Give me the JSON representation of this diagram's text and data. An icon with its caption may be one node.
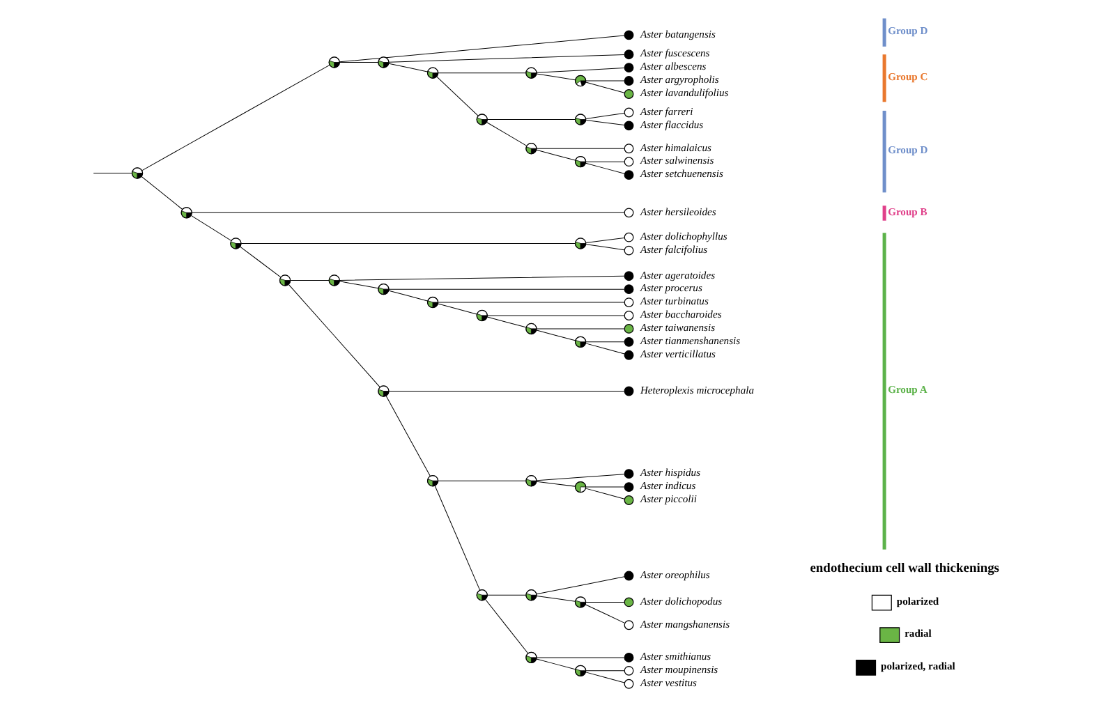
{
  "diagram": {
    "nodes": [
      {
        "text": [],
        "shape": "circle"
      },
      {
        "text": [],
        "shape": "circle"
      },
      {
        "text": [],
        "shape": "circle",
        "beside": [
          "Aster batangensis"
        ]
      },
      {
        "text": [],
        "shape": "circle"
      },
      {
        "text": [],
        "shape": "circle",
        "beside": [
          "Aster fuscescens"
        ]
      },
      {
        "text": [],
        "shape": "circle"
      },
      {
        "text": [],
        "shape": "circle"
      },
      {
        "text": [],
        "shape": "circle",
        "beside": [
          "Aster albescens"
        ]
      },
      {
        "text": [],
        "shape": "circle"
      },
      {
        "text": [],
        "shape": "circle",
        "beside": [
          "Aster argyropholis"
        ]
      },
      {
        "text": [],
        "shape": "circle",
        "beside": [
          "Aster lavandulifolius"
        ]
      },
      {
        "text": [],
        "shape": "circle"
      },
      {
        "text": [],
        "shape": "circle"
      },
      {
        "text": [],
        "shape": "circle",
        "beside": [
          "Aster farreri"
        ]
      },
      {
        "text": [],
        "shape": "circle",
        "beside": [
          "Aster flaccidus"
        ]
      },
      {
        "text": [],
        "shape": "circle"
      },
      {
        "text": [],
        "shape": "circle",
        "beside": [
          "Aster himalaicus"
        ]
      },
      {
        "text": [],
        "shape": "circle"
      },
      {
        "text": [],
        "shape": "circle",
        "beside": [
          "Aster salwinensis"
        ]
      },
      {
        "text": [],
        "shape": "circle",
        "beside": [
          "Aster setchuenensis"
        ]
      },
      {
        "text": [],
        "shape": "circle"
      },
      {
        "text": [],
        "shape": "circle",
        "beside": [
          "Aster hersileoides"
        ]
      },
      {
        "text": [],
        "shape": "circle"
      },
      {
        "text": [],
        "shape": "circle"
      },
      {
        "text": [],
        "shape": "circle",
        "beside": [
          "Aster dolichophyllus"
        ]
      },
      {
        "text": [],
        "shape": "circle",
        "beside": [
          "Aster falcifolius"
        ]
      },
      {
        "text": [],
        "shape": "circle"
      },
      {
        "text": [],
        "shape": "circle"
      },
      {
        "text": [],
        "shape": "circle",
        "beside": [
          "Aster ageratoides"
        ]
      },
      {
        "text": [],
        "shape": "circle"
      },
      {
        "text": [],
        "shape": "circle",
        "beside": [
          "Aster procerus"
        ]
      },
      {
        "text": [],
        "shape": "circle"
      },
      {
        "text": [],
        "shape": "circle",
        "beside": [
          "Aster turbinatus"
        ]
      },
      {
        "text": [],
        "shape": "circle"
      },
      {
        "text": [],
        "shape": "circle",
        "beside": [
          "Aster baccharoides"
        ]
      },
      {
        "text": [],
        "shape": "circle"
      },
      {
        "text": [],
        "shape": "circle",
        "beside": [
          "Aster taiwanensis"
        ]
      },
      {
        "text": [],
        "shape": "circle"
      },
      {
        "text": [],
        "shape": "circle",
        "beside": [
          "Aster tianmenshanensis"
        ]
      },
      {
        "text": [],
        "shape": "circle",
        "beside": [
          "Aster verticillatus"
        ]
      },
      {
        "text": [],
        "shape": "circle"
      },
      {
        "text": [],
        "shape": "circle",
        "beside": [
          "Heteroplexis microcephala"
        ]
      },
      {
        "text": [],
        "shape": "circle"
      },
      {
        "text": [],
        "shape": "circle"
      },
      {
        "text": [],
        "shape": "circle",
        "beside": [
          "Aster hispidus"
        ]
      },
      {
        "text": [],
        "shape": "circle"
      },
      {
        "text": [],
        "shape": "circle",
        "beside": [
          "Aster indicus"
        ]
      },
      {
        "text": [],
        "shape": "circle",
        "beside": [
          "Aster piccolii"
        ]
      },
      {
        "text": [],
        "shape": "circle"
      },
      {
        "text": [],
        "shape": "circle"
      },
      {
        "text": [],
        "shape": "circle",
        "beside": [
          "Aster oreophilus"
        ]
      },
      {
        "text": [],
        "shape": "circle"
      },
      {
        "text": [],
        "shape": "circle",
        "beside": [
          "Aster dolichopodus"
        ]
      },
      {
        "text": [],
        "shape": "circle",
        "beside": [
          "Aster mangshanensis"
        ]
      },
      {
        "text": [],
        "shape": "circle"
      },
      {
        "text": [],
        "shape": "circle",
        "beside": [
          "Aster smithianus"
        ]
      },
      {
        "text": [],
        "shape": "circle"
      },
      {
        "text": [],
        "shape": "circle",
        "beside": [
          "Aster moupinensis"
        ]
      },
      {
        "text": [],
        "shape": "circle",
        "beside": [
          "Aster vestitus"
        ]
      }
    ],
    "edges": [
      {
        "from": null,
        "to": 0,
        "arrow": "none"
      },
      {
        "from": 0,
        "to": 1,
        "arrow": "none"
      },
      {
        "from": 0,
        "to": 20,
        "arrow": "none"
      },
      {
        "from": 1,
        "to": 2,
        "arrow": "none"
      },
      {
        "from": 1,
        "to": 3,
        "arrow": "none"
      },
      {
        "from": 3,
        "to": 4,
        "arrow": "none"
      },
      {
        "from": 3,
        "to": 5,
        "arrow": "none"
      },
      {
        "from": 5,
        "to": 6,
        "arrow": "none"
      },
      {
        "from": 5,
        "to": 11,
        "arrow": "none"
      },
      {
        "from": 6,
        "to": 7,
        "arrow": "none"
      },
      {
        "from": 6,
        "to": 8,
        "arrow": "none"
      },
      {
        "from": 8,
        "to": 9,
        "arrow": "none"
      },
      {
        "from": 8,
        "to": 10,
        "arrow": "none"
      },
      {
        "from": 11,
        "to": 12,
        "arrow": "none"
      },
      {
        "from": 11,
        "to": 15,
        "arrow": "none"
      },
      {
        "from": 12,
        "to": 13,
        "arrow": "none"
      },
      {
        "from": 12,
        "to": 14,
        "arrow": "none"
      },
      {
        "from": 15,
        "to": 16,
        "arrow": "none"
      },
      {
        "from": 15,
        "to": 17,
        "arrow": "none"
      },
      {
        "from": 17,
        "to": 18,
        "arrow": "none"
      },
      {
        "from": 17,
        "to": 19,
        "arrow": "none"
      },
      {
        "from": 20,
        "to": 21,
        "arrow": "none"
      },
      {
        "from": 20,
        "to": 22,
        "arrow": "none"
      },
      {
        "from": 22,
        "to": 23,
        "arrow": "none"
      },
      {
        "from": 22,
        "to": 26,
        "arrow": "none"
      },
      {
        "from": 23,
        "to": 24,
        "arrow": "none"
      },
      {
        "from": 23,
        "to": 25,
        "arrow": "none"
      },
      {
        "from": 26,
        "to": 27,
        "arrow": "none"
      },
      {
        "from": 26,
        "to": 40,
        "arrow": "none"
      },
      {
        "from": 27,
        "to": 28,
        "arrow": "none"
      },
      {
        "from": 27,
        "to": 29,
        "arrow": "none"
      },
      {
        "from": 29,
        "to": 30,
        "arrow": "none"
      },
      {
        "from": 29,
        "to": 31,
        "arrow": "none"
      },
      {
        "from": 31,
        "to": 32,
        "arrow": "none"
      },
      {
        "from": 31,
        "to": 33,
        "arrow": "none"
      },
      {
        "from": 33,
        "to": 34,
        "arrow": "none"
      },
      {
        "from": 33,
        "to": 35,
        "arrow": "none"
      },
      {
        "from": 35,
        "to": 36,
        "arrow": "none"
      },
      {
        "from": 35,
        "to": 37,
        "arrow": "none"
      },
      {
        "from": 37,
        "to": 38,
        "arrow": "none"
      },
      {
        "from": 37,
        "to": 39,
        "arrow": "none"
      },
      {
        "from": 40,
        "to": 41,
        "arrow": "none"
      },
      {
        "from": 40,
        "to": 42,
        "arrow": "none"
      },
      {
        "from": 42,
        "to": 43,
        "arrow": "none"
      },
      {
        "from": 42,
        "to": 48,
        "arrow": "none"
      },
      {
        "from": 43,
        "to": 44,
        "arrow": "none"
      },
      {
        "from": 43,
        "to": 45,
        "arrow": "none"
      },
      {
        "from": 45,
        "to": 46,
        "arrow": "none"
      },
      {
        "from": 45,
        "to": 47,
        "arrow": "none"
      },
      {
        "from": 48,
        "to": 49,
        "arrow": "none"
      },
      {
        "from": 48,
        "to": 54,
        "arrow": "none"
      },
      {
        "from": 49,
        "to": 50,
        "arrow": "none"
      },
      {
        "from": 49,
        "to": 51,
        "arrow": "none"
      },
      {
        "from": 51,
        "to": 52,
        "arrow": "none"
      },
      {
        "from": 51,
        "to": 53,
        "arrow": "none"
      },
      {
        "from": 54,
        "to": 55,
        "arrow": "none"
      },
      {
        "from": 54,
        "to": 56,
        "arrow": "none"
      },
      {
        "from": 56,
        "to": 57,
        "arrow": "none"
      },
      {
        "from": 56,
        "to": 58,
        "arrow": "none"
      }
    ],
    "labels": [
      "Group D",
      "Group C",
      "Group D",
      "Group B",
      "Group A",
      "endothecium cell wall thickenings"
    ],
    "legend": [
      {
        "text": "polarized",
        "color": "#ffffff"
      },
      {
        "text": "radial",
        "color": "#6ab545"
      },
      {
        "text": "polarized, radial",
        "color": "#000000"
      }
    ]
  }
}
